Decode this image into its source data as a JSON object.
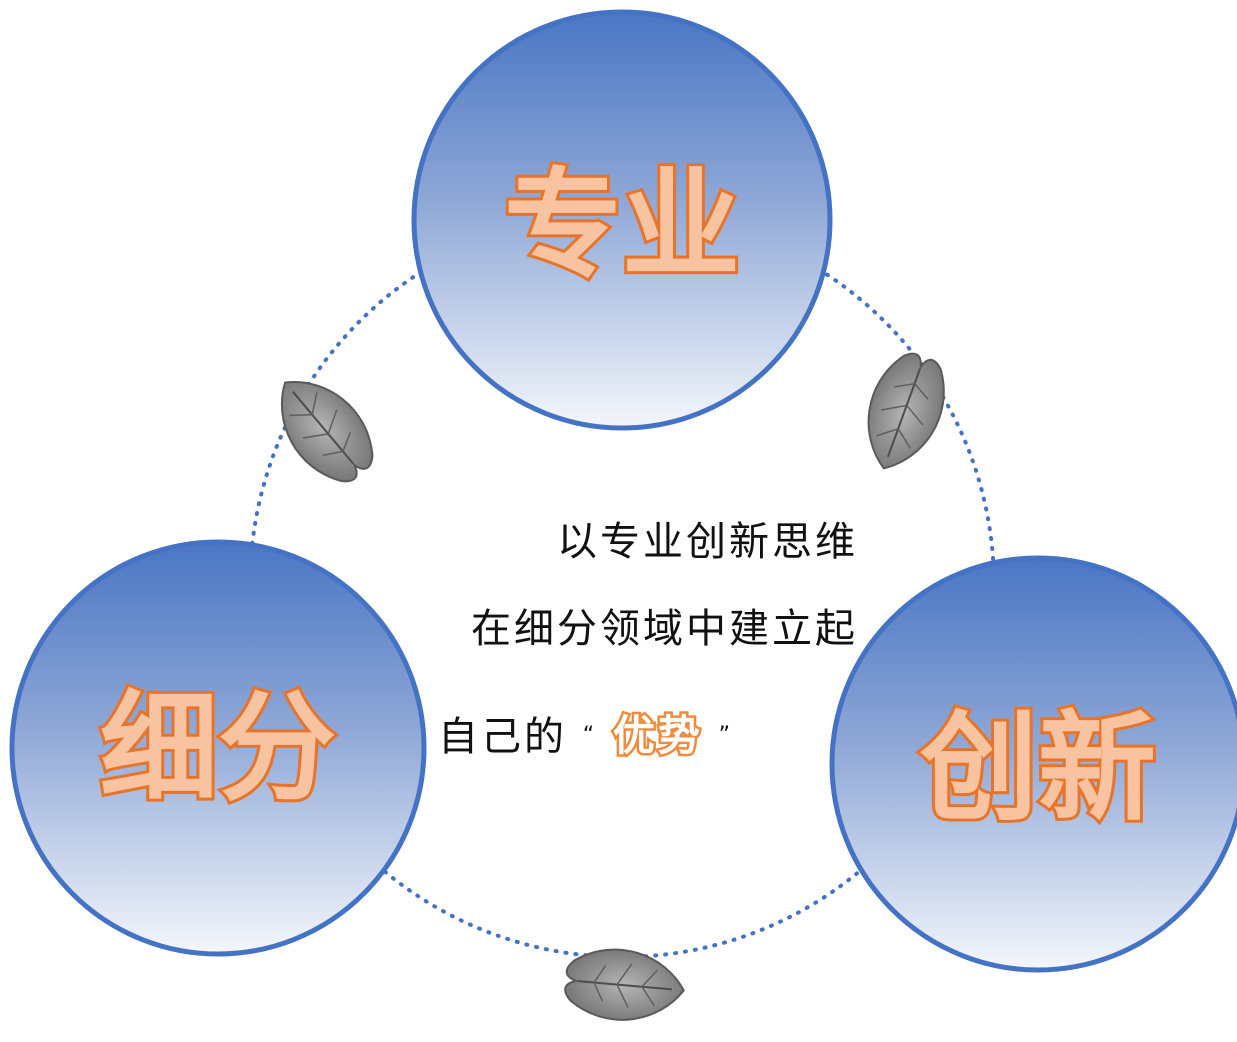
{
  "diagram": {
    "nodes": [
      {
        "id": "top",
        "label": "专业"
      },
      {
        "id": "left",
        "label": "细分"
      },
      {
        "id": "right",
        "label": "创新"
      }
    ],
    "center_text": {
      "line1": "以专业创新思维",
      "line2": "在细分领域中建立起",
      "line3_prefix": "自己的",
      "open_quote": "“",
      "highlight": "优势",
      "close_quote": "”"
    },
    "colors": {
      "circle_top": "#4a76c4",
      "circle_bottom": "#f4f6fb",
      "circle_border": "#4472c4",
      "ring_dots": "#4472c4",
      "label_fill": "#f7c3a0",
      "label_stroke": "#e8742a",
      "highlight_stroke": "#f08a3c",
      "leaf": "#8a8a8a"
    },
    "icons": [
      "leaf-icon",
      "leaf-icon",
      "leaf-icon"
    ]
  }
}
